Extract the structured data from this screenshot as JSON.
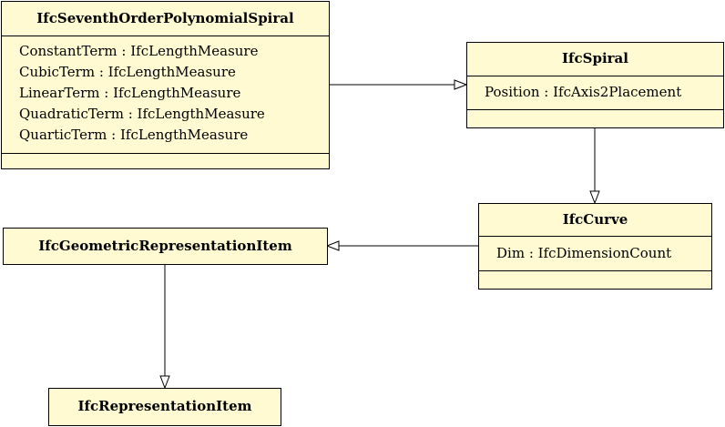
{
  "diagram": {
    "classes": [
      {
        "id": "seventh",
        "name": "IfcSeventhOrderPolynomialSpiral",
        "attributes": [
          "ConstantTerm : IfcLengthMeasure",
          "CubicTerm : IfcLengthMeasure",
          "LinearTerm : IfcLengthMeasure",
          "QuadraticTerm : IfcLengthMeasure",
          "QuarticTerm : IfcLengthMeasure"
        ]
      },
      {
        "id": "spiral",
        "name": "IfcSpiral",
        "attributes": [
          "Position : IfcAxis2Placement"
        ]
      },
      {
        "id": "curve",
        "name": "IfcCurve",
        "attributes": [
          "Dim : IfcDimensionCount"
        ]
      },
      {
        "id": "geomrep",
        "name": "IfcGeometricRepresentationItem",
        "attributes": []
      },
      {
        "id": "repitem",
        "name": "IfcRepresentationItem",
        "attributes": []
      }
    ],
    "generalizations": [
      {
        "from": "IfcSeventhOrderPolynomialSpiral",
        "to": "IfcSpiral"
      },
      {
        "from": "IfcSpiral",
        "to": "IfcCurve"
      },
      {
        "from": "IfcCurve",
        "to": "IfcGeometricRepresentationItem"
      },
      {
        "from": "IfcGeometricRepresentationItem",
        "to": "IfcRepresentationItem"
      }
    ],
    "colors": {
      "class_fill": "#fffad2",
      "border": "#000000",
      "line": "#000000"
    }
  }
}
